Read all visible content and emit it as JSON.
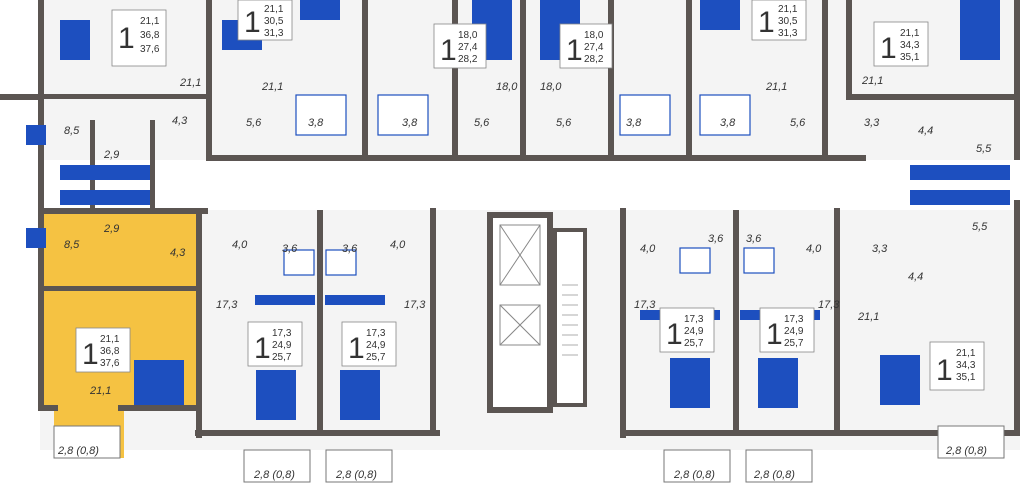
{
  "colors": {
    "wall": "#5b5552",
    "furniture": "#1d4fbf",
    "highlight": "#f5c242"
  },
  "apartments": [
    {
      "id": "a1",
      "rooms": "1",
      "areas": [
        "21,1",
        "36,8",
        "37,6"
      ]
    },
    {
      "id": "a2",
      "rooms": "1",
      "areas": [
        "21,1",
        "30,5",
        "31,3"
      ]
    },
    {
      "id": "a3",
      "rooms": "1",
      "areas": [
        "18,0",
        "27,4",
        "28,2"
      ]
    },
    {
      "id": "a4",
      "rooms": "1",
      "areas": [
        "18,0",
        "27,4",
        "28,2"
      ]
    },
    {
      "id": "a5",
      "rooms": "1",
      "areas": [
        "21,1",
        "30,5",
        "31,3"
      ]
    },
    {
      "id": "a6",
      "rooms": "1",
      "areas": [
        "21,1",
        "34,3",
        "35,1"
      ]
    },
    {
      "id": "a7",
      "rooms": "1",
      "areas": [
        "21,1",
        "36,8",
        "37,6"
      ],
      "highlighted": true
    },
    {
      "id": "a8",
      "rooms": "1",
      "areas": [
        "17,3",
        "24,9",
        "25,7"
      ]
    },
    {
      "id": "a9",
      "rooms": "1",
      "areas": [
        "17,3",
        "24,9",
        "25,7"
      ]
    },
    {
      "id": "a10",
      "rooms": "1",
      "areas": [
        "17,3",
        "24,9",
        "25,7"
      ]
    },
    {
      "id": "a11",
      "rooms": "1",
      "areas": [
        "17,3",
        "24,9",
        "25,7"
      ]
    },
    {
      "id": "a12",
      "rooms": "1",
      "areas": [
        "21,1",
        "34,3",
        "35,1"
      ]
    }
  ],
  "room_labels": {
    "top_row": [
      "21,1",
      "21,1",
      "18,0",
      "18,0",
      "21,1",
      "21,1"
    ],
    "kitchens_top": [
      "4,3",
      "5,6",
      "5,6",
      "5,6",
      "5,6",
      "3,3",
      "5,5"
    ],
    "baths_top": [
      "3,8",
      "3,8",
      "3,8",
      "3,8",
      "4,4"
    ],
    "left_upper": [
      "8,5",
      "2,9"
    ],
    "left_lower": [
      "2,9",
      "8,5",
      "4,3"
    ],
    "mid_lower": [
      "4,0",
      "3,6",
      "3,6",
      "4,0",
      "4,0",
      "3,6",
      "3,6",
      "4,0"
    ],
    "living_lower": [
      "17,3",
      "17,3",
      "17,3",
      "17,3"
    ],
    "right_lower": [
      "3,3",
      "5,5",
      "4,4",
      "21,1"
    ],
    "left_living": "21,1"
  },
  "balconies": [
    "2,8 (0,8)",
    "2,8 (0,8)",
    "2,8 (0,8)",
    "2,8 (0,8)",
    "2,8 (0,8)",
    "2,8 (0,8)"
  ]
}
